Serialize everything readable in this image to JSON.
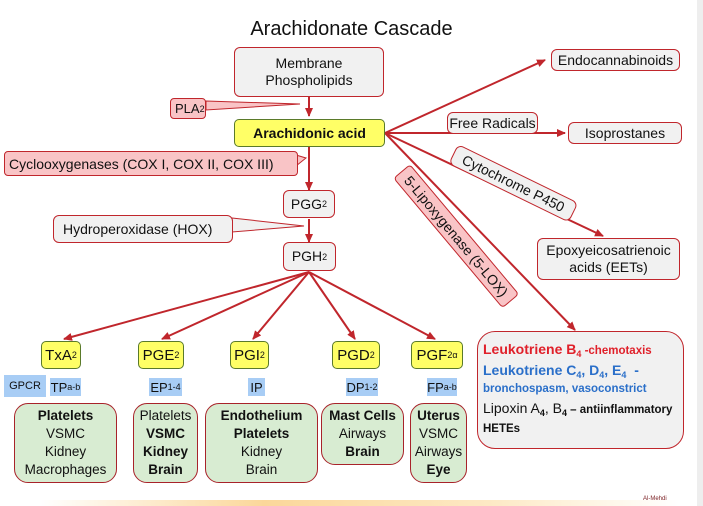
{
  "title": "Arachidonate Cascade",
  "nodes": {
    "membrane": {
      "line1": "Membrane",
      "line2": "Phospholipids"
    },
    "pla2": {
      "base": "PLA",
      "sub": "2"
    },
    "arachidonic_acid": "Arachidonic acid",
    "cox": "Cyclooxygenases (COX I, COX II, COX III)",
    "pgg2": {
      "base": "PGG",
      "sub": "2"
    },
    "hox": "Hydroperoxidase (HOX)",
    "pgh2": {
      "base": "PGH",
      "sub": "2"
    },
    "endocannabinoids": "Endocannabinoids",
    "free_radicals": "Free Radicals",
    "isoprostanes": "Isoprostanes",
    "cytochrome": "Cytochrome P450",
    "lox": "5-Lipoxygenase (5-LOX)",
    "eets": {
      "line1": "Epoxyeicosatrienoic",
      "line2": "acids (EETs)"
    }
  },
  "gpcr_label": "GPCR",
  "prostanoids": [
    {
      "name": "TxA",
      "sub": "2",
      "receptor": "TP",
      "receptor_sub": "a-b",
      "tissues": [
        "Platelets",
        "VSMC",
        "Kidney",
        "Macrophages"
      ]
    },
    {
      "name": "PGE",
      "sub": "2",
      "receptor": "EP",
      "receptor_sub": "1-4",
      "tissues": [
        "Platelets",
        "VSMC",
        "Kidney",
        "Brain"
      ]
    },
    {
      "name": "PGI",
      "sub": "2",
      "receptor": "IP",
      "receptor_sub": "",
      "tissues": [
        "Endothelium",
        "Platelets",
        "Kidney",
        "Brain"
      ]
    },
    {
      "name": "PGD",
      "sub": "2",
      "receptor": "DP",
      "receptor_sub": "1-2",
      "tissues": [
        "Mast Cells",
        "Airways",
        "Brain"
      ]
    },
    {
      "name": "PGF",
      "sub": "2α",
      "receptor": "FP",
      "receptor_sub": "a-b",
      "tissues": [
        "Uterus",
        "VSMC",
        "Airways",
        "Eye"
      ]
    }
  ],
  "leukotrienes": {
    "ltb4": {
      "name": "Leukotriene B",
      "sub": "4",
      "effect": " -chemotaxis"
    },
    "ltc4": {
      "name": "Leukotriene C",
      "sub1": "4",
      "mid1": ", D",
      "sub2": "4",
      "mid2": ", E",
      "sub3": "4",
      "tail": "  -"
    },
    "ltc4_effect": "bronchospasm, vasoconstrict",
    "lipoxin": {
      "name": "Lipoxin A",
      "sub1": "4",
      "mid": ", B",
      "sub2": "4",
      "effect": " – antiinflammatory"
    },
    "hetes": "HETEs"
  },
  "footer": "Al-Mehdi",
  "colors": {
    "arrow": "#c0262c",
    "yellow": "#ffff66",
    "green_box": "#d8ecd2",
    "pink_box": "#f9c4c6",
    "receptor_blue": "#a8cdf5",
    "ltb4_red": "#e0202a",
    "ltc4_blue": "#2a6fc9"
  }
}
